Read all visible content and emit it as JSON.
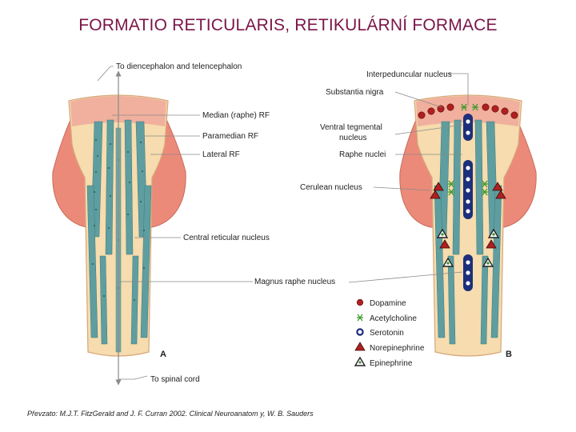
{
  "slide": {
    "title": "FORMATIO RETICULARIS, RETIKULÁRNÍ FORMACE",
    "source": "Převzato: M.J.T. FitzGerald and J. F. Curran 2002. Clinical Neuroanatom y, W. B. Sauders"
  },
  "panel_a": {
    "letter": "A",
    "labels": {
      "top_arrow": "To diencephalon and telencephalon",
      "median": "Median (raphe) RF",
      "paramedian": "Paramedian RF",
      "lateral": "Lateral RF",
      "central": "Central reticular nucleus",
      "magnus": "Magnus raphe nucleus",
      "bottom_arrow": "To spinal cord"
    }
  },
  "panel_b": {
    "letter": "B",
    "labels": {
      "interpeduncular": "Interpeduncular nucleus",
      "substantia": "Substantia nigra",
      "vtn_line1": "Ventral tegmental",
      "vtn_line2": "nucleus",
      "raphe": "Raphe nuclei",
      "cerulean": "Cerulean nucleus"
    }
  },
  "legend": {
    "items": [
      {
        "label": "Dopamine",
        "icon": "dot-icon",
        "color": "#b02020"
      },
      {
        "label": "Acetylcholine",
        "icon": "asterisk-icon",
        "color": "#3a9a2a"
      },
      {
        "label": "Serotonin",
        "icon": "ring-icon",
        "color": "#1c2f7a"
      },
      {
        "label": "Norepinephrine",
        "icon": "triangle-icon",
        "color": "#b02020"
      },
      {
        "label": "Epinephrine",
        "icon": "triangle-icon",
        "color": "#222222"
      }
    ]
  },
  "colors": {
    "title": "#7a1548",
    "brainstem_fill": "#f6dcae",
    "lobe_fill": "#ec8a7a",
    "tract_fill": "#5e9ea0",
    "leader_lines": "#8a8a8a"
  }
}
